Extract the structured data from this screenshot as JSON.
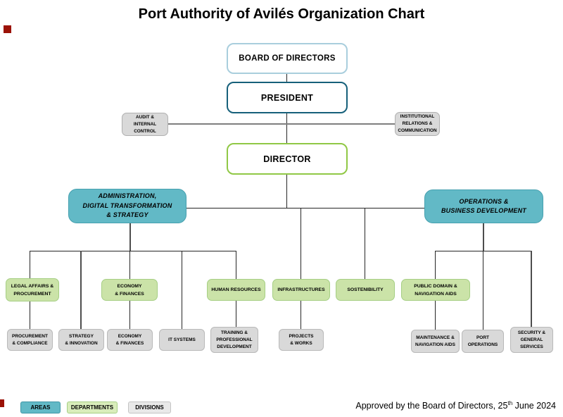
{
  "title": "Port Authority of Avilés Organization Chart",
  "org": {
    "board": {
      "label": "BOARD OF DIRECTORS"
    },
    "president": {
      "label": "PRESIDENT"
    },
    "director": {
      "label": "DIRECTOR"
    },
    "staff": {
      "audit": {
        "lines": [
          "AUDIT &",
          "INTERNAL",
          "CONTROL"
        ]
      },
      "institutional": {
        "lines": [
          "INSTITUTIONAL",
          "RELATIONS &",
          "COMMUNICATION"
        ]
      }
    },
    "areas": {
      "admin": {
        "lines": [
          "ADMINISTRATION,",
          "DIGITAL TRANSFORMATION",
          "& STRATEGY"
        ]
      },
      "operations": {
        "lines": [
          "OPERATIONS &",
          "BUSINESS DEVELOPMENT"
        ]
      }
    },
    "departments": {
      "legal": {
        "lines": [
          "LEGAL AFFAIRS &",
          "PROCUREMENT"
        ]
      },
      "economy": {
        "lines": [
          "ECONOMY",
          "& FINANCES"
        ]
      },
      "human_resources": {
        "lines": [
          "HUMAN RESOURCES"
        ]
      },
      "infrastructures": {
        "lines": [
          "INFRASTRUCTURES"
        ]
      },
      "sustainability": {
        "lines": [
          "SOSTENIBILITY"
        ]
      },
      "public_domain": {
        "lines": [
          "PUBLIC DOMAIN &",
          "NAVIGATION AIDS"
        ]
      }
    },
    "divisions": {
      "procurement": {
        "lines": [
          "PROCUREMENT",
          "& COMPLIANCE"
        ]
      },
      "strategy": {
        "lines": [
          "STRATEGY",
          "& INNOVATION"
        ]
      },
      "economy": {
        "lines": [
          "ECONOMY",
          "& FINANCES"
        ]
      },
      "it_systems": {
        "lines": [
          "IT SYSTEMS"
        ]
      },
      "training": {
        "lines": [
          "TRAINING &",
          "PROFESSIONAL",
          "DEVELOPMENT"
        ]
      },
      "projects": {
        "lines": [
          "PROJECTS",
          "& WORKS"
        ]
      },
      "maintenance": {
        "lines": [
          "MAINTENANCE &",
          "NAVIGATION AIDS"
        ]
      },
      "port_operations": {
        "lines": [
          "PORT",
          "OPERATIONS"
        ]
      },
      "security": {
        "lines": [
          "SECURITY &",
          "GENERAL",
          "SERVICES"
        ]
      }
    }
  },
  "legend": {
    "areas": "AREAS",
    "departments": "DEPARTMENTS",
    "divisions": "DIVISIONS"
  },
  "footer": {
    "text_before": "Approved by the Board of Directors, 25",
    "ordinal": "th",
    "text_after": " June 2024"
  },
  "colors": {
    "area_fill": "#62b9c6",
    "department_fill": "#cbe3a8",
    "division_fill": "#d9d9d9",
    "board_border": "#a9cedd",
    "president_border": "#16607a",
    "director_border": "#90c845",
    "connector": "#262626",
    "marker_red": "#9b1206"
  }
}
